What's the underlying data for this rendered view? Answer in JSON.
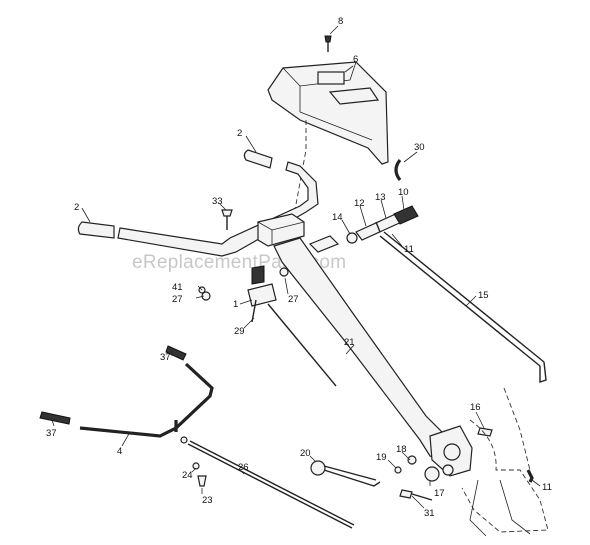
{
  "watermark": "eReplacementParts.com",
  "callouts": {
    "c8": "8",
    "c6": "6",
    "c2a": "2",
    "c30": "30",
    "c2b": "2",
    "c33": "33",
    "c12": "12",
    "c13": "13",
    "c10": "10",
    "c14": "14",
    "c11a": "11",
    "c15": "15",
    "c41": "41",
    "c27a": "27",
    "c27b": "27",
    "c1": "1",
    "c29": "29",
    "c21": "21",
    "c37a": "37",
    "c37b": "37",
    "c4": "4",
    "c16": "16",
    "c20": "20",
    "c18": "18",
    "c19": "19",
    "c17": "17",
    "c11b": "11",
    "c26": "26",
    "c24": "24",
    "c23": "23",
    "c31": "31"
  }
}
